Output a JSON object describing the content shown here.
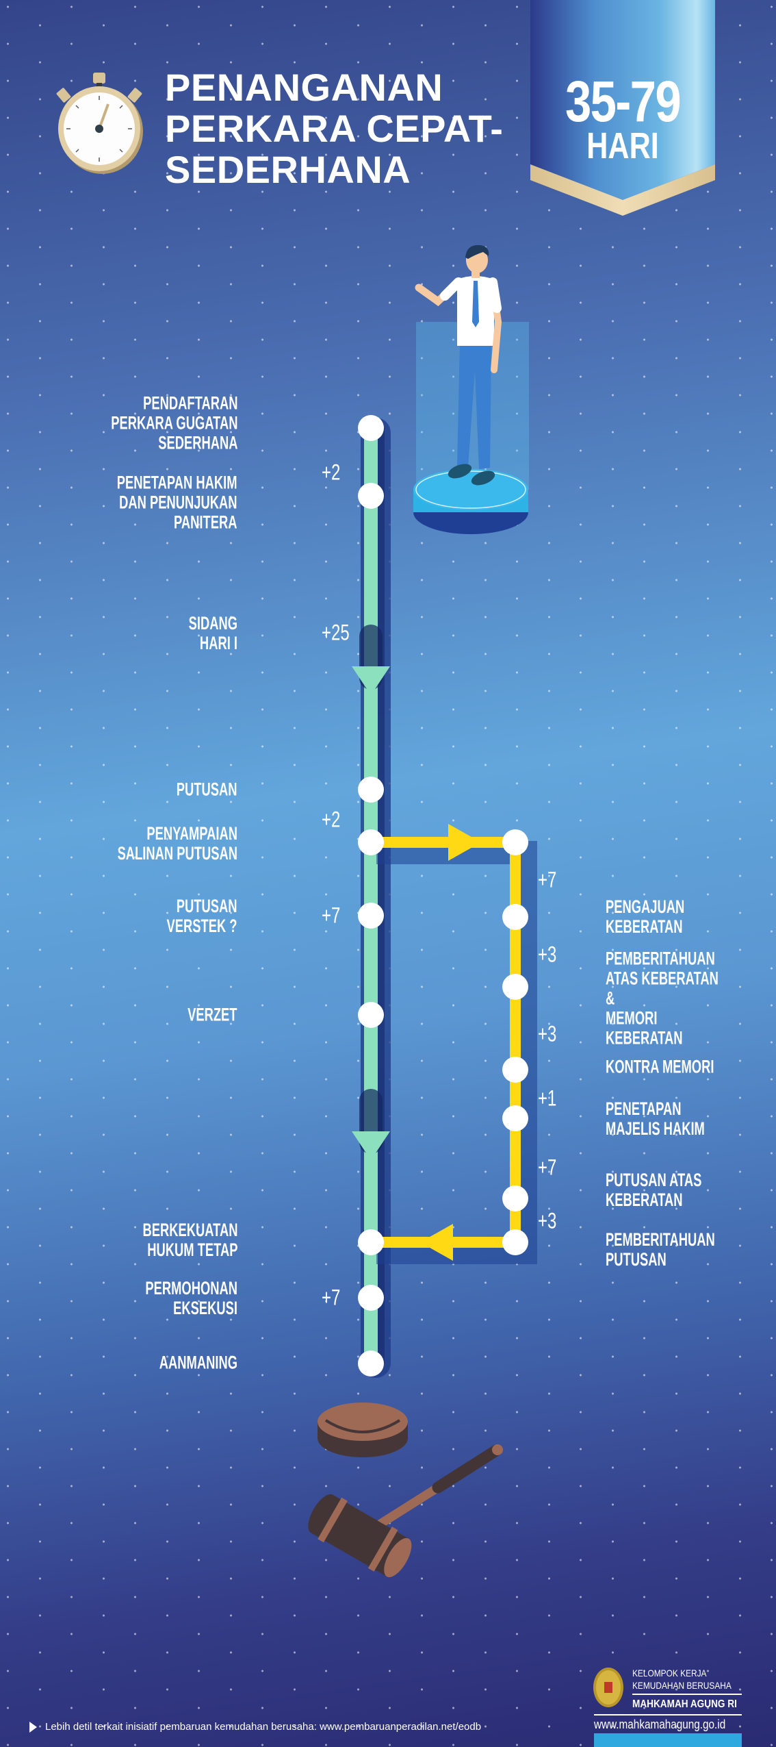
{
  "header": {
    "title": "PENANGANAN\nPERKARA CEPAT-\nSEDERHANA",
    "duration": "35-79",
    "duration_unit": "HARI"
  },
  "main_steps": [
    {
      "label": "PENDAFTARAN\nPERKARA GUGATAN\nSEDERHANA",
      "days": ""
    },
    {
      "label": "PENETAPAN HAKIM\nDAN PENUNJUKAN\nPANITERA",
      "days": "+2"
    },
    {
      "label": "SIDANG\nHARI I",
      "days": "+25"
    },
    {
      "label": "PUTUSAN",
      "days": ""
    },
    {
      "label": "PENYAMPAIAN\nSALINAN PUTUSAN",
      "days": "+2"
    },
    {
      "label": "PUTUSAN\nVERSTEK ?",
      "days": "+7"
    },
    {
      "label": "VERZET",
      "days": ""
    },
    {
      "label": "BERKEKUATAN\nHUKUM TETAP",
      "days": ""
    },
    {
      "label": "PERMOHONAN\nEKSEKUSI",
      "days": "+7"
    },
    {
      "label": "AANMANING",
      "days": ""
    }
  ],
  "objection_steps": [
    {
      "label": "PENGAJUAN\nKEBERATAN",
      "days": "+7"
    },
    {
      "label": "PEMBERITAHUAN\nATAS KEBERATAN &\nMEMORI KEBERATAN",
      "days": "+3"
    },
    {
      "label": "KONTRA MEMORI",
      "days": "+3"
    },
    {
      "label": "PENETAPAN\nMAJELIS HAKIM",
      "days": "+1"
    },
    {
      "label": "PUTUSAN ATAS\nKEBERATAN",
      "days": "+7"
    },
    {
      "label": "PEMBERITAHUAN\nPUTUSAN",
      "days": "+3"
    }
  ],
  "footer": {
    "note": "Lebih detil terkait inisiatif pembaruan kemudahan berusaha:  www.pembaruanperadilan.net/eodb",
    "org_line1": "KELOMPOK KERJA",
    "org_line2": "KEMUDAHAN BERUSAHA",
    "org_name": "MAHKAMAH AGUNG RI",
    "website": "www.mahkamahagung.go.id"
  },
  "colors": {
    "main_track": "#8ce0bd",
    "objection_track": "#ffd914",
    "ribbon_gold": "#e8d2a6",
    "footer_bar": "#2fa8e0"
  }
}
